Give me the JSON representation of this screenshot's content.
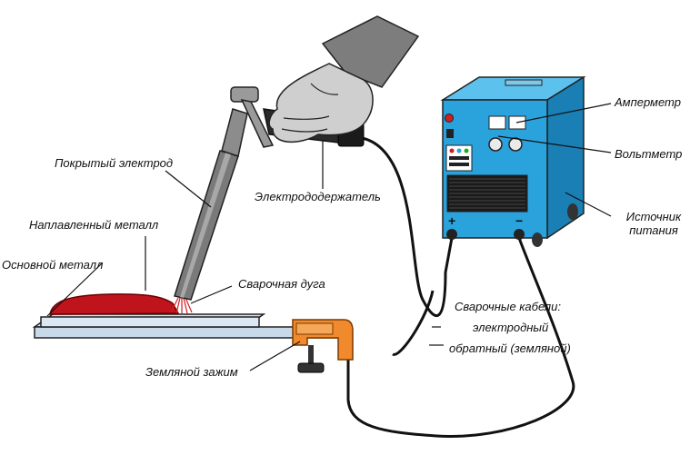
{
  "labels": {
    "ammeter": "Амперметр",
    "voltmeter": "Вольтметр",
    "power_source_line1": "Источник",
    "power_source_line2": "питания",
    "coated_electrode": "Покрытый электрод",
    "deposited_metal": "Наплавленный металл",
    "base_metal": "Основной металл",
    "electrode_holder": "Электрододержатель",
    "welding_arc": "Сварочная дуга",
    "welding_cables": "Сварочные кабели:",
    "electrode_cable": "электродный",
    "return_cable": "обратный (земляной)",
    "ground_clamp": "Земляной зажим",
    "plus_terminal": "+",
    "minus_terminal": "−"
  },
  "colors": {
    "machine_front": "#2aa3dd",
    "machine_side": "#1a7fb5",
    "machine_top": "#5cc1ec",
    "deposited_metal": "#c0141c",
    "plate": "#c8d9ea",
    "clamp": "#f08a2c",
    "glove": "#c9c9c9",
    "sleeve": "#777777",
    "electrode": "#7a7a7a",
    "cable": "#111111"
  }
}
